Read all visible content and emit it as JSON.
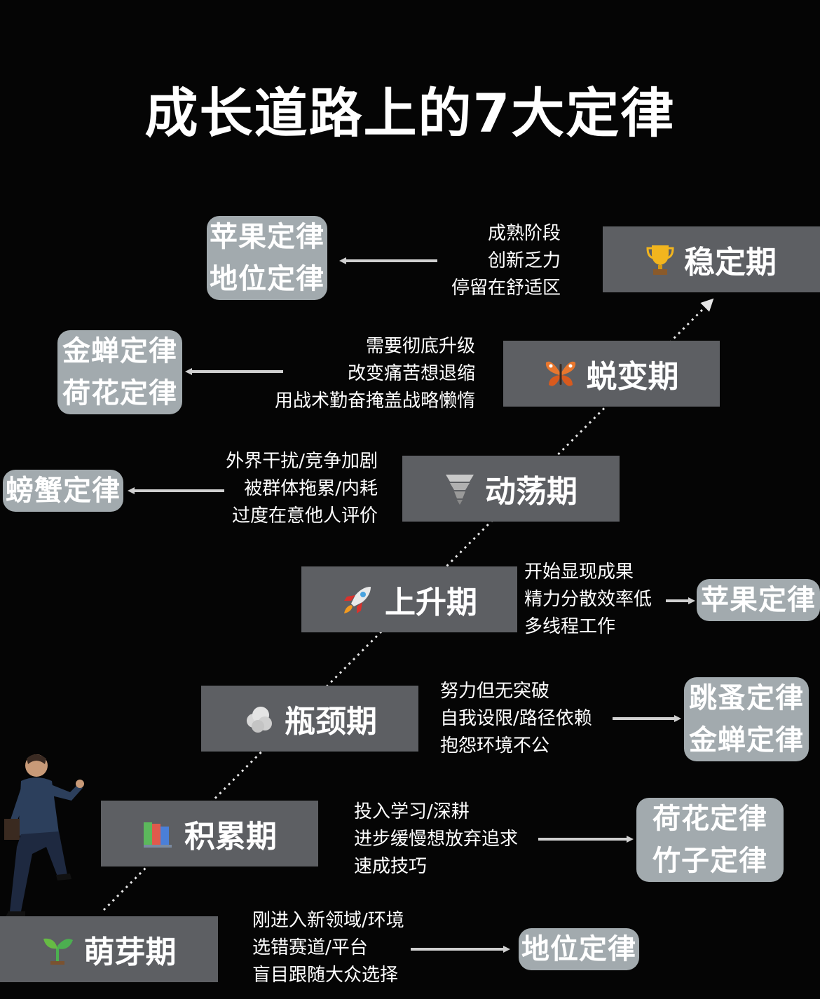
{
  "title": "成长道路上的7大定律",
  "stages": [
    {
      "name": "稳定期",
      "icon": "trophy-icon",
      "desc": [
        "成熟阶段",
        "创新乏力",
        "停留在舒适区"
      ],
      "laws": [
        "苹果定律",
        "地位定律"
      ]
    },
    {
      "name": "蜕变期",
      "icon": "butterfly-icon",
      "desc": [
        "需要彻底升级",
        "改变痛苦想退缩",
        "用战术勤奋掩盖战略懒惰"
      ],
      "laws": [
        "金蝉定律",
        "荷花定律"
      ]
    },
    {
      "name": "动荡期",
      "icon": "tornado-icon",
      "desc": [
        "外界干扰/竞争加剧",
        "被群体拖累/内耗",
        "过度在意他人评价"
      ],
      "laws": [
        "螃蟹定律"
      ]
    },
    {
      "name": "上升期",
      "icon": "rocket-icon",
      "desc": [
        "开始显现成果",
        "精力分散效率低",
        "多线程工作"
      ],
      "laws": [
        "苹果定律"
      ]
    },
    {
      "name": "瓶颈期",
      "icon": "cloud-icon",
      "desc": [
        "努力但无突破",
        "自我设限/路径依赖",
        "抱怨环境不公"
      ],
      "laws": [
        "跳蚤定律",
        "金蝉定律"
      ]
    },
    {
      "name": "积累期",
      "icon": "books-icon",
      "desc": [
        "投入学习/深耕",
        "进步缓慢想放弃追求",
        "速成技巧"
      ],
      "laws": [
        "荷花定律",
        "竹子定律"
      ]
    },
    {
      "name": "萌芽期",
      "icon": "sprout-icon",
      "desc": [
        "刚进入新领域/环境",
        "选错赛道/平台",
        "盲目跟随大众选择"
      ],
      "laws": [
        "地位定律"
      ]
    }
  ]
}
